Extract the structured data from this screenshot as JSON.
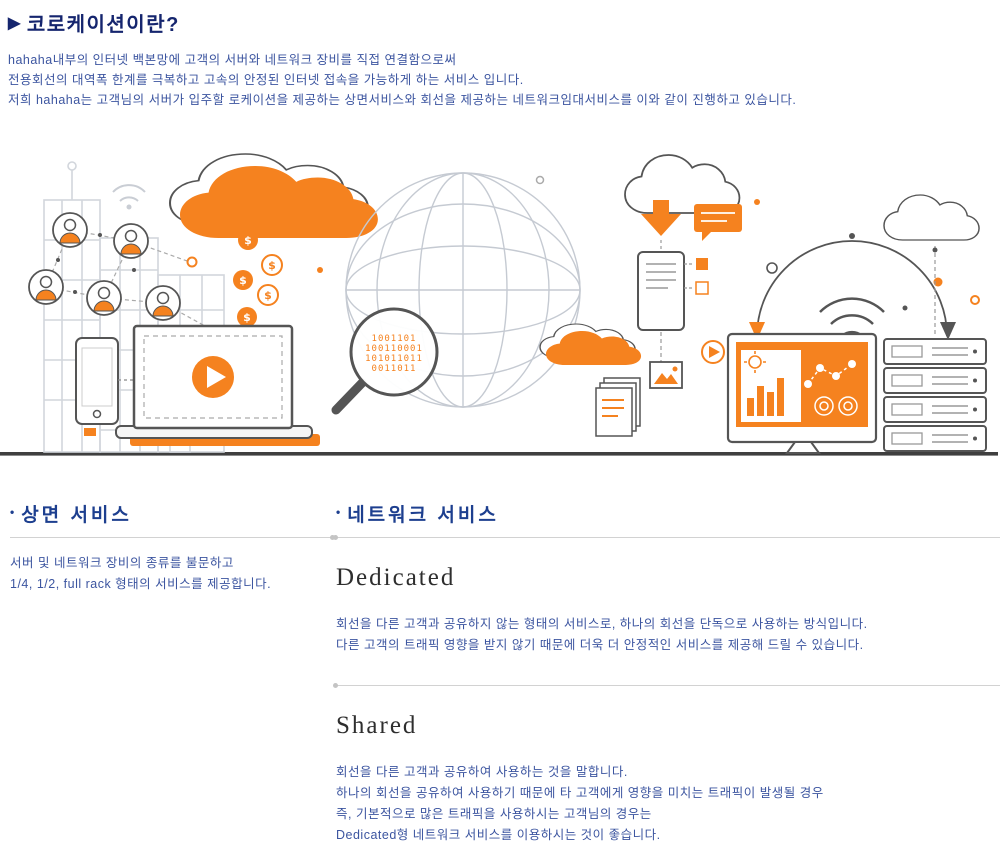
{
  "header": {
    "arrow": "▶",
    "title": "코로케이션이란?",
    "description_lines": [
      "hahaha내부의 인터넷 백본망에 고객의 서버와 네트워크 장비를 직접 연결함으로써",
      "전용회선의 대역폭 한계를 극복하고 고속의 안정된 인터넷 접속을 가능하게 하는 서비스 입니다.",
      "저희 hahaha는 고객님의 서버가 입주할 로케이션을 제공하는 상면서비스와 회선을 제공하는 네트워크임대서비스를 이와 같이 진행하고 있습니다."
    ]
  },
  "bullet": "•",
  "rack": {
    "title": "상면 서비스",
    "lines": [
      "서버 및 네트워크 장비의 종류를 불문하고",
      "1/4, 1/2, full rack 형태의 서비스를 제공합니다."
    ]
  },
  "network": {
    "title": "네트워크 서비스",
    "dedicated": {
      "title": "Dedicated",
      "lines": [
        "회선을 다른 고객과 공유하지 않는 형태의 서비스로, 하나의 회선을 단독으로 사용하는 방식입니다.",
        "다른 고객의 트래픽 영향을 받지 않기 때문에 더욱 더 안정적인 서비스를 제공해 드릴 수 있습니다."
      ]
    },
    "shared": {
      "title": "Shared",
      "lines": [
        "회선을 다른 고객과 공유하여 사용하는 것을 말합니다.",
        "하나의 회선을 공유하여 사용하기 때문에 타 고객에게 영향을 미치는 트래픽이 발생될 경우",
        "즉, 기본적으로 많은 트래픽을 사용하시는 고객님의 경우는",
        "Dedicated형 네트워크 서비스를 이용하시는 것이 좋습니다."
      ]
    }
  },
  "illustration": {
    "elements": [
      "city-buildings",
      "user-network",
      "orange-cloud",
      "coins",
      "laptop-play",
      "smartphone",
      "wireframe-globe",
      "magnifier-binary",
      "download-cloud",
      "chat-bubble",
      "documents",
      "wifi-arc",
      "dashboard-monitor",
      "server-rack"
    ]
  },
  "colors": {
    "accent_orange": "#f5821f",
    "title_navy": "#15256e",
    "section_blue": "#1d3f8f",
    "body_blue": "#3c55a0",
    "ground": "#3f3f3f"
  }
}
